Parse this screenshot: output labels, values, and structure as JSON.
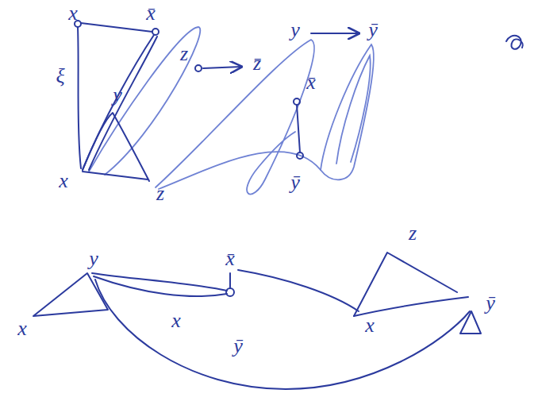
{
  "diagram": {
    "labels": [
      "x",
      "x̄",
      "y",
      "ȳ",
      "z",
      "z̄",
      "ξ",
      "x̄",
      "y",
      "ȳ",
      "x",
      "z",
      "z",
      "y",
      "x̄",
      "ȳ",
      "x",
      "x",
      "x",
      "ȳ"
    ]
  }
}
